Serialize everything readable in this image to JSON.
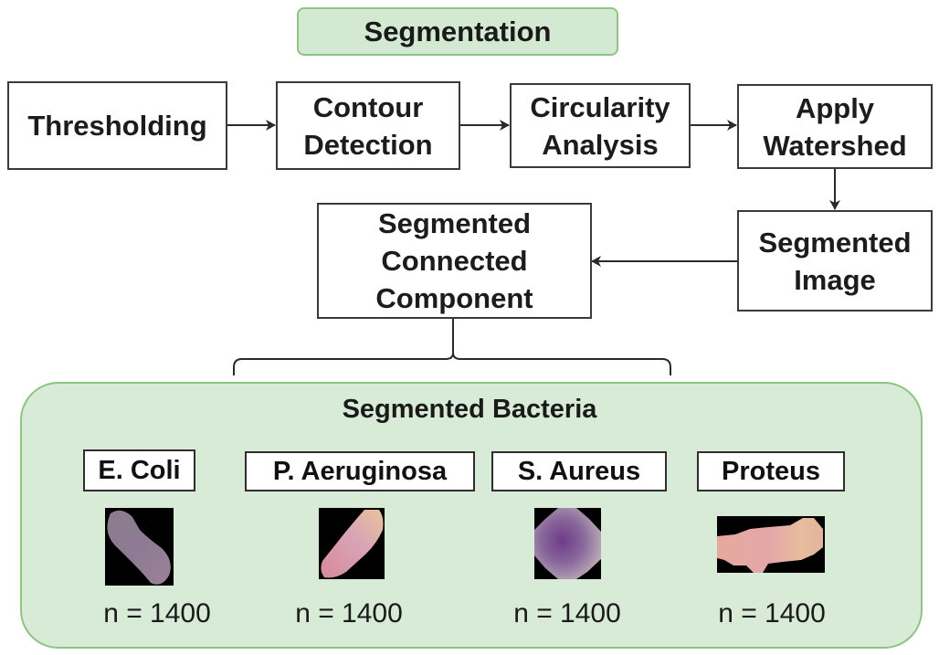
{
  "header": {
    "title": "Segmentation"
  },
  "pipeline": {
    "steps": [
      {
        "id": "thresholding",
        "label": "Thresholding"
      },
      {
        "id": "contour-detection",
        "label": "Contour\nDetection"
      },
      {
        "id": "circularity-analysis",
        "label": "Circularity\nAnalysis"
      },
      {
        "id": "apply-watershed",
        "label": "Apply\nWatershed"
      },
      {
        "id": "segmented-image",
        "label": "Segmented\nImage"
      },
      {
        "id": "segmented-connected-component",
        "label": "Segmented\nConnected\nComponent"
      }
    ]
  },
  "results": {
    "title": "Segmented Bacteria",
    "bacteria": [
      {
        "name": "E. Coli",
        "count": "n = 1400",
        "image": "rod-shaped bacterium (purple-grey), diagonal"
      },
      {
        "name": "P. Aeruginosa",
        "count": "n = 1400",
        "image": "rod-shaped bacterium (pink), diagonal"
      },
      {
        "name": "S. Aureus",
        "count": "n = 1400",
        "image": "round bacterium (purple)"
      },
      {
        "name": "Proteus",
        "count": "n = 1400",
        "image": "elongated bacterium (peach-pink)"
      }
    ]
  },
  "colors": {
    "panel_fill": "#d8ebd6",
    "panel_border": "#8ec482",
    "box_border": "#3a3a3a"
  }
}
